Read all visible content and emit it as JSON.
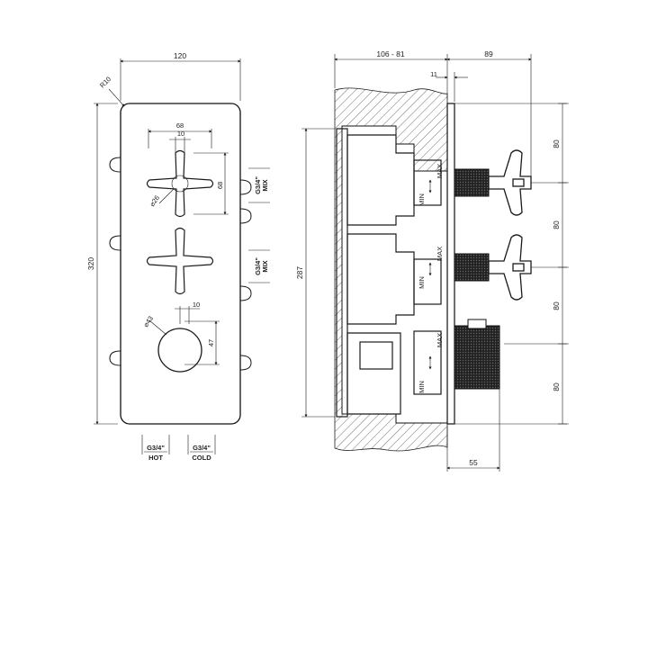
{
  "front_view": {
    "width": "120",
    "height": "320",
    "radius": "R10",
    "handle_span": "68",
    "handle_arm": "10",
    "handle_diameter": "⌀26",
    "handle_height": "68",
    "knob_diameter": "⌀43",
    "knob_offset": "10",
    "knob_height": "47",
    "outlet_mix_1": "G3/4\"",
    "outlet_mix_1_label": "MIX",
    "outlet_mix_2": "G3/4\"",
    "outlet_mix_2_label": "MIX",
    "inlet_hot": "G3/4\"",
    "inlet_hot_label": "HOT",
    "inlet_cold": "G3/4\"",
    "inlet_cold_label": "COLD"
  },
  "side_view": {
    "depth_range": "106 - 81",
    "projection": "89",
    "plate_gap": "11",
    "body_height": "287",
    "spacing_1": "80",
    "spacing_2": "80",
    "spacing_3": "80",
    "spacing_4": "80",
    "knob_length": "55",
    "max_label": "MAX",
    "min_label": "MIN"
  }
}
